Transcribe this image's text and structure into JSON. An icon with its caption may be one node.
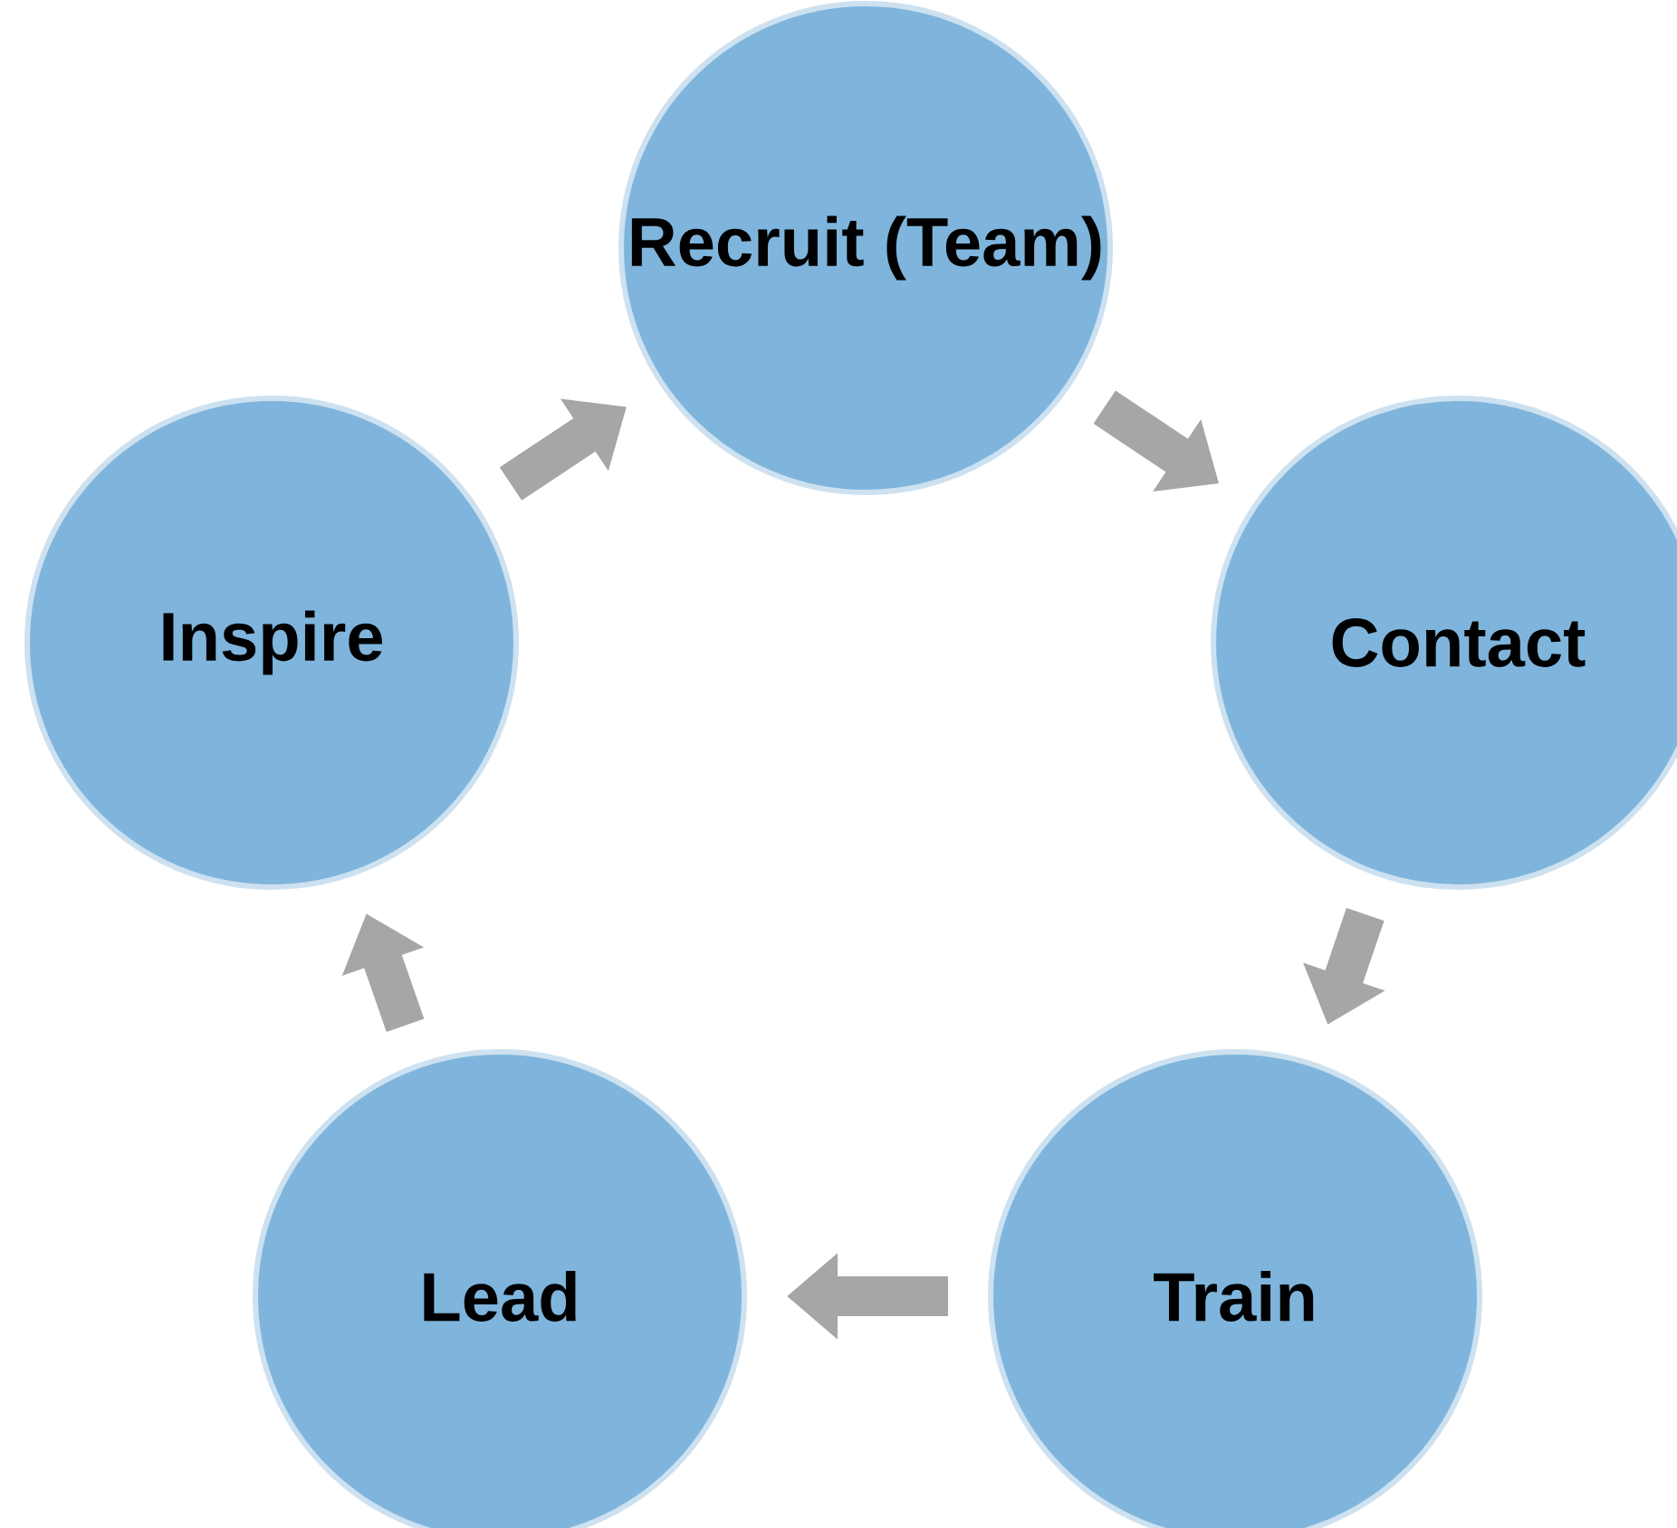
{
  "diagram": {
    "nodes": [
      {
        "text": [
          "Recruit (Team)"
        ]
      },
      {
        "text": [
          "Contact"
        ]
      },
      {
        "text": [
          "Train"
        ]
      },
      {
        "text": [
          "Lead"
        ]
      },
      {
        "text": [
          "Inspire"
        ]
      }
    ],
    "edges": [
      {
        "from": 0,
        "to": 1,
        "arrow": "to"
      },
      {
        "from": 1,
        "to": 2,
        "arrow": "to"
      },
      {
        "from": 2,
        "to": 3,
        "arrow": "to"
      },
      {
        "from": 3,
        "to": 4,
        "arrow": "to"
      },
      {
        "from": 4,
        "to": 0,
        "arrow": "to"
      }
    ]
  }
}
